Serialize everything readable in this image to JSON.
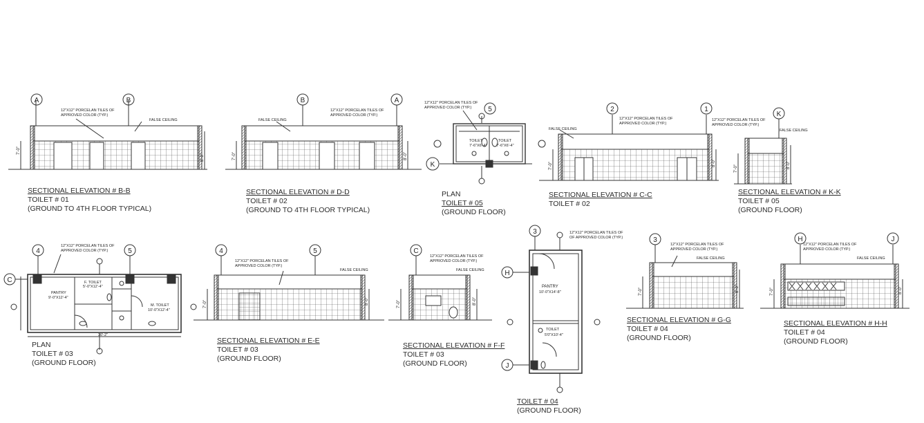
{
  "grid_labels": {
    "bb_a": "A",
    "bb_b": "B",
    "dd_b": "B",
    "dd_a": "A",
    "p5_5": "5",
    "p5_k": "K",
    "cc_2": "2",
    "cc_1": "1",
    "kk_k": "K",
    "p3_4": "4",
    "p3_5": "5",
    "p3_c": "C",
    "ee_4": "4",
    "ee_5": "5",
    "ff_c": "C",
    "p4_3": "3",
    "p4_h": "H",
    "p4_j": "J",
    "gg_3": "3",
    "hh_h": "H",
    "hh_j": "J"
  },
  "notes": {
    "tiles_1": "12\"X12\" PORCELAN TILES  OF",
    "tiles_2": "APPROVED COLOR (TYP.)",
    "tiles_2b": "OF APPROVED COLOR (TYP.)",
    "false_ceiling": "FALSE CEILING",
    "h_7_0": "7'-0\"",
    "h_8_0": "8'-0\""
  },
  "rooms": {
    "toilet": "TOILET",
    "t5_a": "7'-6\"X6'-4\"",
    "t5_b": "7'-6\"X6'-4\"",
    "pantry": "PANTRY",
    "pantry_dim": "10'-0\"X14'-8\"",
    "p3_pantry": "PANTRY",
    "p3_pantry_dim": "9'-0\"X12'-4\"",
    "f_toilet": "F. TOILET",
    "f_toilet_dim": "5'-0\"X12'-4\"",
    "m_toilet": "M. TOILET",
    "m_toilet_dim": "10'-0\"X12'-4\"",
    "t4_dim": "5'0\"X10'-4\"",
    "p3_overall": "30'-2\""
  },
  "captions": [
    {
      "id": "bb",
      "title": "SECTIONAL ELEVATION # B-B",
      "l1": "TOILET # 01",
      "l2": "(GROUND TO 4TH FLOOR TYPICAL)"
    },
    {
      "id": "dd",
      "title": "SECTIONAL ELEVATION # D-D",
      "l1": "TOILET # 02",
      "l2": "(GROUND TO 4TH FLOOR TYPICAL)"
    },
    {
      "id": "p5",
      "title": "PLAN",
      "l1": "TOILET #  05",
      "l2": "(GROUND FLOOR)"
    },
    {
      "id": "cc",
      "title": "SECTIONAL ELEVATION # C-C",
      "l1": "TOILET # 02",
      "l2": ""
    },
    {
      "id": "kk",
      "title": "SECTIONAL ELEVATION # K-K",
      "l1": "TOILET # 05",
      "l2": "(GROUND FLOOR)"
    },
    {
      "id": "p3",
      "title": "PLAN",
      "l1": "TOILET # 03",
      "l2": "(GROUND FLOOR)"
    },
    {
      "id": "ee",
      "title": "SECTIONAL ELEVATION # E-E",
      "l1": "TOILET # 03",
      "l2": "(GROUND FLOOR)"
    },
    {
      "id": "ff",
      "title": "SECTIONAL ELEVATION # F-F",
      "l1": "TOILET # 03",
      "l2": "(GROUND FLOOR)"
    },
    {
      "id": "p4",
      "title": "TOILET # 04",
      "l1": "(GROUND FLOOR)",
      "l2": ""
    },
    {
      "id": "gg",
      "title": "SECTIONAL ELEVATION # G-G",
      "l1": "TOILET # 04",
      "l2": "(GROUND FLOOR)"
    },
    {
      "id": "hh",
      "title": "SECTIONAL ELEVATION # H-H",
      "l1": "TOILET # 04",
      "l2": "(GROUND FLOOR)"
    }
  ]
}
